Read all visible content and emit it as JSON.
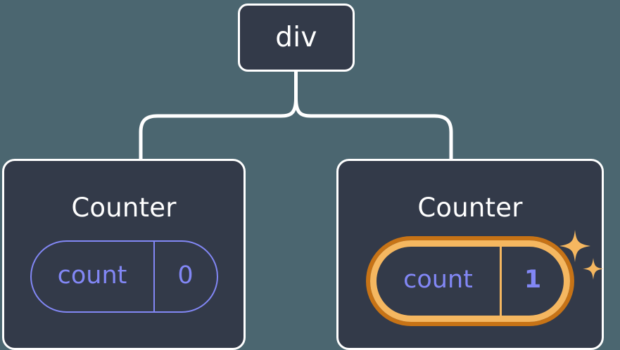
{
  "diagram": {
    "type": "component-tree",
    "background_color": "#4b6670",
    "node_fill": "#333a49",
    "node_border": "#ffffff",
    "connector_color": "#ffffff",
    "accent_purple": "#8287f5",
    "accent_orange_light": "#f5b760",
    "accent_orange_dark": "#c77316",
    "root": {
      "label": "div"
    },
    "children": [
      {
        "title": "Counter",
        "state": {
          "key": "count",
          "value": "0"
        },
        "highlighted": false
      },
      {
        "title": "Counter",
        "state": {
          "key": "count",
          "value": "1"
        },
        "highlighted": true,
        "sparkle_count": 2
      }
    ]
  }
}
